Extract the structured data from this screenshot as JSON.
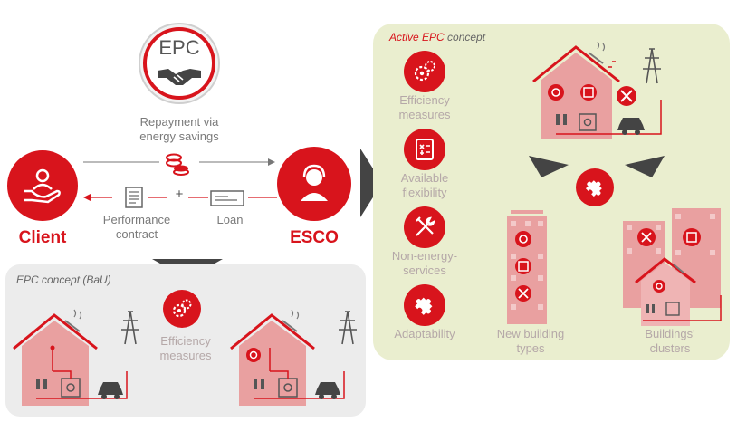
{
  "epc_badge": {
    "label": "EPC"
  },
  "top": {
    "repayment_line1": "Repayment via",
    "repayment_line2": "energy savings",
    "client_label": "Client",
    "esco_label": "ESCO",
    "performance_line1": "Performance",
    "performance_line2": "contract",
    "plus": "+",
    "loan_label": "Loan"
  },
  "bau_panel": {
    "title": "EPC concept (BaU)",
    "efficiency_line1": "Efficiency",
    "efficiency_line2": "measures"
  },
  "active_panel": {
    "title_part1": "Active EPC",
    "title_part2": " concept",
    "items": [
      {
        "line1": "Efficiency",
        "line2": "measures"
      },
      {
        "line1": "Available",
        "line2": "flexibility"
      },
      {
        "line1": "Non-energy-",
        "line2": "services"
      },
      {
        "line1": "Adaptability",
        "line2": ""
      }
    ],
    "new_building_line1": "New building",
    "new_building_line2": "types",
    "clusters_line1": "Buildings'",
    "clusters_line2": "clusters"
  },
  "colors": {
    "accent": "#d8141c",
    "house_fill": "#e9a0a0",
    "panel_bau": "#ececec",
    "panel_active": "#eaeecf"
  }
}
